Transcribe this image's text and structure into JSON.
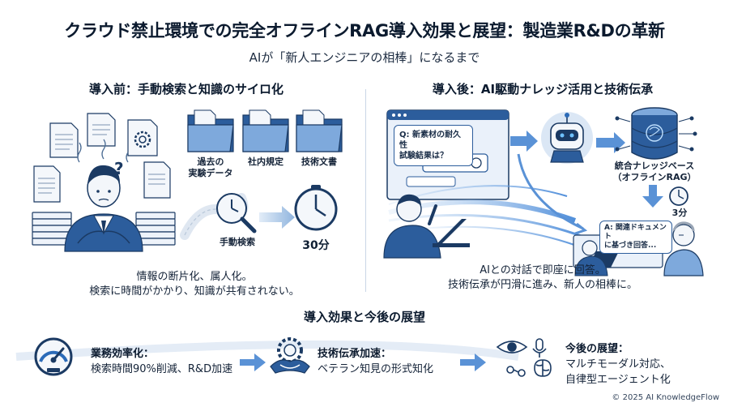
{
  "header": {
    "title": "クラウド禁止環境での完全オフラインRAG導入効果と展望：製造業R&Dの革新",
    "subtitle": "AIが「新人エンジニアの相棒」になるまで"
  },
  "before": {
    "heading": "導入前：手動検索と知識のサイロ化",
    "folders": [
      "過去の実験データ",
      "社内規定",
      "技術文書"
    ],
    "manual_search_label": "手動検索",
    "time_label": "30分",
    "caption_lines": [
      "情報の断片化、属人化。",
      "検索に時間がかかり、知識が共有されない。"
    ]
  },
  "after": {
    "heading": "導入後：AI駆動ナレッジ活用と技術伝承",
    "question_bubble_lines": [
      "Q: 新素材の耐久性",
      "試験結果は？"
    ],
    "knowledge_base_lines": [
      "統合ナレッジベース",
      "（オフラインRAG）"
    ],
    "time_label": "3分",
    "answer_bubble_lines": [
      "A: 関連ドキュメント",
      "に基づき回答..."
    ],
    "caption_lines": [
      "AIとの対話で即座に回答。",
      "技術伝承が円滑に進み、新人の相棒に。"
    ]
  },
  "effects": {
    "heading": "導入効果と今後の展望",
    "items": [
      {
        "title": "業務効率化：",
        "desc": "検索時間90%削減、R&D加速",
        "icon": "speedometer-icon"
      },
      {
        "title": "技術伝承加速：",
        "desc": "ベテラン知見の形式知化",
        "icon": "handshake-gears-icon"
      },
      {
        "title": "今後の展望：",
        "desc_lines": [
          "マルチモーダル対応、",
          "自律型エージェント化"
        ],
        "icon": "multimodal-icon"
      }
    ]
  },
  "footer": {
    "copyright": "© 2025 AI KnowledgeFlow"
  },
  "colors": {
    "accent": "#2c6bb8",
    "dark": "#1b3a63",
    "light": "#dbe7f5",
    "paper": "#eef3fa"
  }
}
